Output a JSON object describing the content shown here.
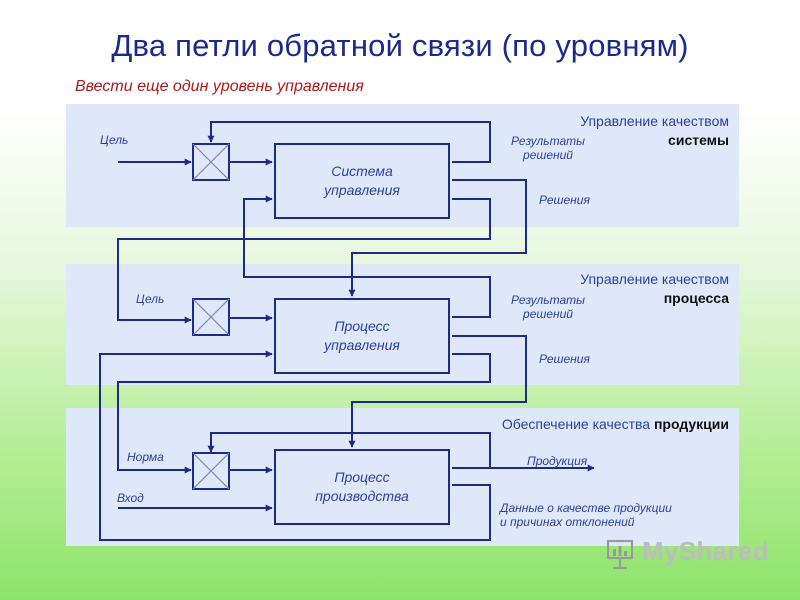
{
  "title": "Два петли обратной связи (по уровням)",
  "subtitle": "Ввести еще один уровень управления",
  "levels": [
    {
      "heading_prefix": "Управление качеством",
      "heading_bold": "системы",
      "box_label_1": "Система",
      "box_label_2": "управления",
      "goal_label": "Цель",
      "results_label_1": "Результаты",
      "results_label_2": "решений",
      "decisions_label": "Решения"
    },
    {
      "heading_prefix": "Управление качеством",
      "heading_bold": "процесса",
      "box_label_1": "Процесс",
      "box_label_2": "управления",
      "goal_label": "Цель",
      "results_label_1": "Результаты",
      "results_label_2": "решений",
      "decisions_label": "Решения"
    },
    {
      "heading_prefix": "Обеспечение качества",
      "heading_bold": "продукции",
      "box_label_1": "Процесс",
      "box_label_2": "производства",
      "norm_label": "Норма",
      "input_label": "Вход",
      "product_label": "Продукция",
      "data_label_1": "Данные о качестве продукции",
      "data_label_2": "и причинах отклонений"
    }
  ],
  "watermark": "MyShared",
  "colors": {
    "line": "#1f2a85",
    "band": "#dfe8f8",
    "title": "#1a2a8a",
    "subtitle": "#b01818"
  }
}
